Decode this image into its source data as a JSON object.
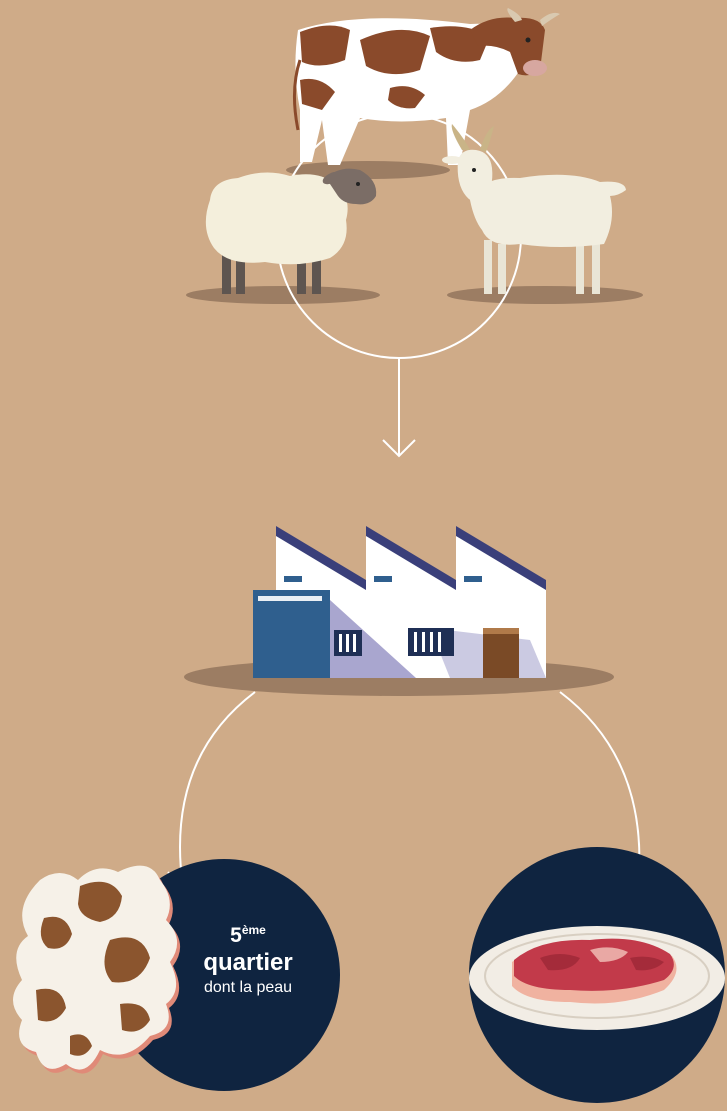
{
  "labels": {
    "quartier_number": "5",
    "quartier_suffix": "ème",
    "quartier_title": "quartier",
    "quartier_sub": "dont la peau"
  },
  "colors": {
    "background": "#cfab88",
    "navy": "#0f2440",
    "ground_shadow": "#9c7d63",
    "factory_blue": "#2f5f8e",
    "factory_roof": "#3a3f7a",
    "meat": "#c23a4a"
  },
  "icons": [
    "cow-icon",
    "sheep-icon",
    "goat-icon",
    "factory-icon",
    "leather-hide-icon",
    "meat-steak-icon"
  ]
}
